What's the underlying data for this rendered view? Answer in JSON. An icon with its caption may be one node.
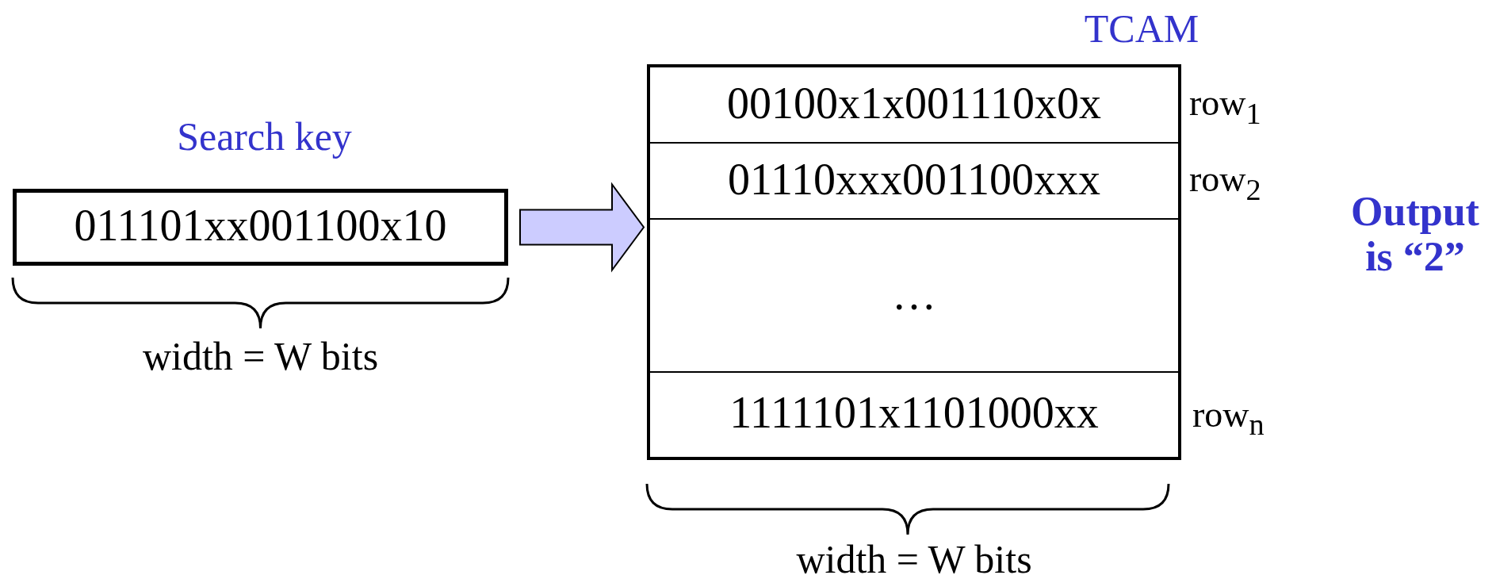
{
  "diagram": {
    "nodes": [
      {
        "text": [
          "Search key",
          "011101xx001100x10"
        ]
      },
      {
        "text": [
          "TCAM"
        ]
      },
      {
        "text": [
          "00100x1x001110x0x"
        ],
        "in": 1,
        "beside": [
          "row$_{1}$"
        ]
      },
      {
        "text": [
          "01110xxx001100xxx"
        ],
        "in": 1,
        "beside": [
          "row$_{2}$"
        ]
      },
      {
        "text": [
          "…"
        ],
        "in": 1
      },
      {
        "text": [
          "1111101x1101000xx"
        ],
        "in": 1
      }
    ],
    "edges": [
      {
        "from": 0,
        "to": 1,
        "arrow": "to"
      }
    ],
    "labels": [
      "row$_{n}$",
      "width = W bits",
      "width = W bits",
      "Output is “2”"
    ]
  }
}
